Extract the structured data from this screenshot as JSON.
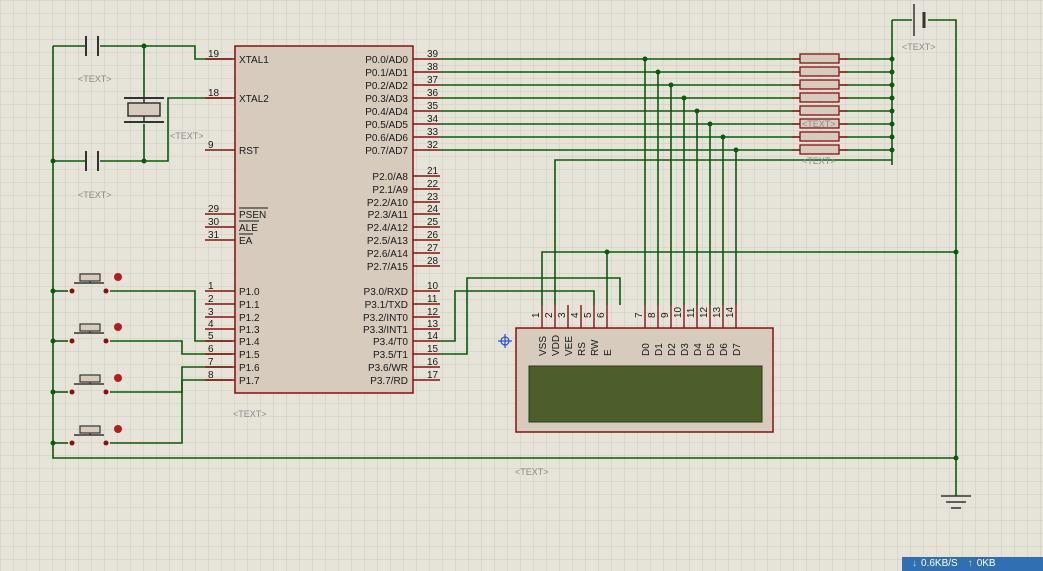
{
  "mcu": {
    "left_pins": [
      {
        "num": "19",
        "label": "XTAL1"
      },
      {
        "num": "18",
        "label": "XTAL2"
      },
      {
        "num": "9",
        "label": "RST"
      },
      {
        "num": "29",
        "label": "PSEN"
      },
      {
        "num": "30",
        "label": "ALE"
      },
      {
        "num": "31",
        "label": "EA"
      },
      {
        "num": "1",
        "label": "P1.0"
      },
      {
        "num": "2",
        "label": "P1.1"
      },
      {
        "num": "3",
        "label": "P1.2"
      },
      {
        "num": "4",
        "label": "P1.3"
      },
      {
        "num": "5",
        "label": "P1.4"
      },
      {
        "num": "6",
        "label": "P1.5"
      },
      {
        "num": "7",
        "label": "P1.6"
      },
      {
        "num": "8",
        "label": "P1.7"
      }
    ],
    "right_pins": [
      {
        "num": "39",
        "label": "P0.0/AD0"
      },
      {
        "num": "38",
        "label": "P0.1/AD1"
      },
      {
        "num": "37",
        "label": "P0.2/AD2"
      },
      {
        "num": "36",
        "label": "P0.3/AD3"
      },
      {
        "num": "35",
        "label": "P0.4/AD4"
      },
      {
        "num": "34",
        "label": "P0.5/AD5"
      },
      {
        "num": "33",
        "label": "P0.6/AD6"
      },
      {
        "num": "32",
        "label": "P0.7/AD7"
      },
      {
        "num": "21",
        "label": "P2.0/A8"
      },
      {
        "num": "22",
        "label": "P2.1/A9"
      },
      {
        "num": "23",
        "label": "P2.2/A10"
      },
      {
        "num": "24",
        "label": "P2.3/A11"
      },
      {
        "num": "25",
        "label": "P2.4/A12"
      },
      {
        "num": "26",
        "label": "P2.5/A13"
      },
      {
        "num": "27",
        "label": "P2.6/A14"
      },
      {
        "num": "28",
        "label": "P2.7/A15"
      },
      {
        "num": "10",
        "label": "P3.0/RXD"
      },
      {
        "num": "11",
        "label": "P3.1/TXD"
      },
      {
        "num": "12",
        "label": "P3.2/INT0"
      },
      {
        "num": "13",
        "label": "P3.3/INT1"
      },
      {
        "num": "14",
        "label": "P3.4/T0"
      },
      {
        "num": "15",
        "label": "P3.5/T1"
      },
      {
        "num": "16",
        "label": "P3.6/WR"
      },
      {
        "num": "17",
        "label": "P3.7/RD"
      }
    ]
  },
  "lcd": {
    "pin_nums": [
      "1",
      "2",
      "3",
      "4",
      "5",
      "6",
      "7",
      "8",
      "9",
      "10",
      "11",
      "12",
      "13",
      "14"
    ],
    "pin_labels": [
      "VSS",
      "VDD",
      "VEE",
      "RS",
      "RW",
      "E",
      "D0",
      "D1",
      "D2",
      "D3",
      "D4",
      "D5",
      "D6",
      "D7"
    ]
  },
  "text_placeholder": "<TEXT>",
  "status_bar": {
    "down_rate": "0.6KB/S",
    "up_rate": "0KB"
  },
  "colors": {
    "background": "#e6e4d8",
    "grid": "#cfcdbf",
    "wire": "#0b5a0b",
    "component_outline": "#8a1010",
    "component_body": "#d6cbbd",
    "lcd_screen": "#4e5e2b"
  }
}
